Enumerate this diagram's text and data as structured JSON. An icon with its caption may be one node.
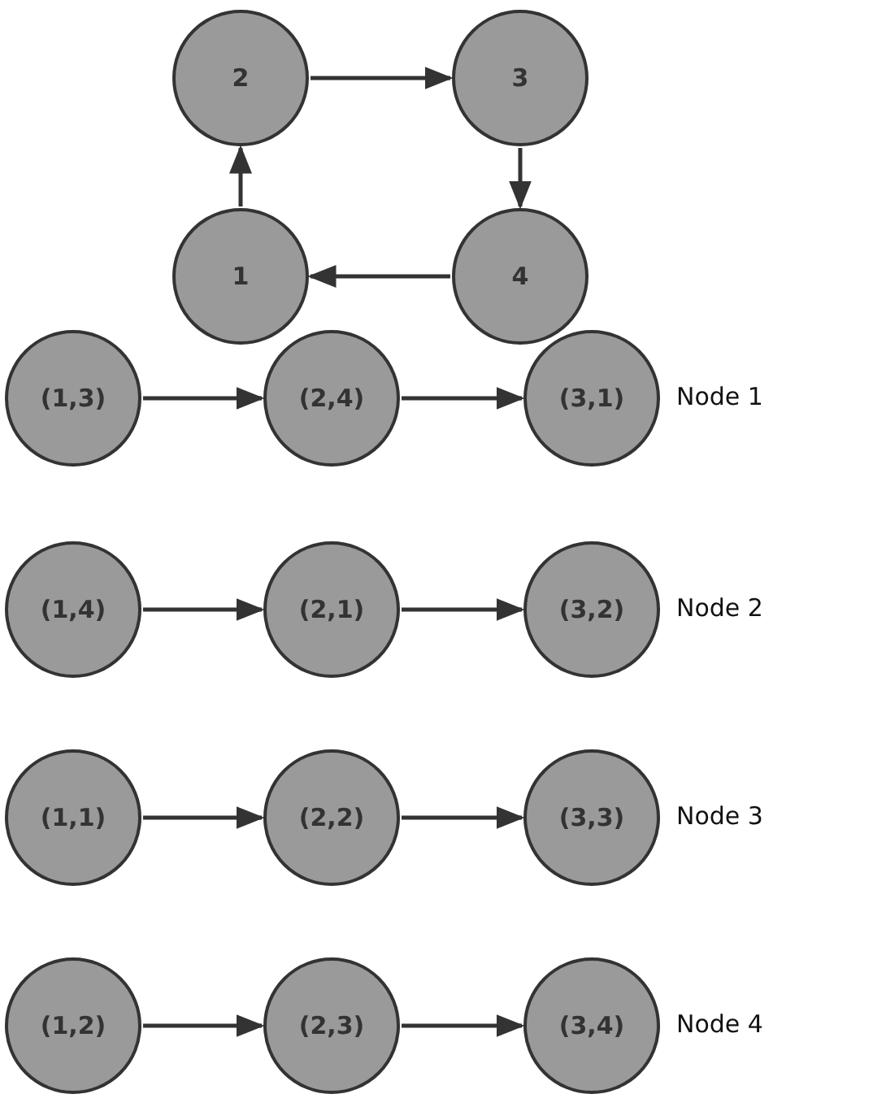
{
  "diagram": {
    "nodes": [
      {
        "text": [
          "2"
        ]
      },
      {
        "text": [
          "3"
        ]
      },
      {
        "text": [
          "1"
        ]
      },
      {
        "text": [
          "4"
        ]
      },
      {
        "text": [
          "(1,3)"
        ]
      },
      {
        "text": [
          "(2,4)"
        ]
      },
      {
        "text": [
          "(3,1)"
        ],
        "beside": [
          "Node 1"
        ]
      },
      {
        "text": [
          "(1,4)"
        ]
      },
      {
        "text": [
          "(2,1)"
        ]
      },
      {
        "text": [
          "(3,2)"
        ],
        "beside": [
          "Node 2"
        ]
      },
      {
        "text": [
          "(1,1)"
        ]
      },
      {
        "text": [
          "(2,2)"
        ]
      },
      {
        "text": [
          "(3,3)"
        ],
        "beside": [
          "Node 3"
        ]
      },
      {
        "text": [
          "(1,2)"
        ]
      },
      {
        "text": [
          "(2,3)"
        ]
      },
      {
        "text": [
          "(3,4)"
        ],
        "beside": [
          "Node 4"
        ]
      }
    ],
    "edges": [
      {
        "from": 2,
        "to": 0,
        "arrow": "to"
      },
      {
        "from": 0,
        "to": 1,
        "arrow": "to"
      },
      {
        "from": 1,
        "to": 3,
        "arrow": "to"
      },
      {
        "from": 3,
        "to": 2,
        "arrow": "to"
      },
      {
        "from": 4,
        "to": 5,
        "arrow": "to"
      },
      {
        "from": 5,
        "to": 6,
        "arrow": "to"
      },
      {
        "from": 7,
        "to": 8,
        "arrow": "to"
      },
      {
        "from": 8,
        "to": 9,
        "arrow": "to"
      },
      {
        "from": 10,
        "to": 11,
        "arrow": "to"
      },
      {
        "from": 11,
        "to": 12,
        "arrow": "to"
      },
      {
        "from": 13,
        "to": 14,
        "arrow": "to"
      },
      {
        "from": 14,
        "to": 15,
        "arrow": "to"
      }
    ]
  }
}
